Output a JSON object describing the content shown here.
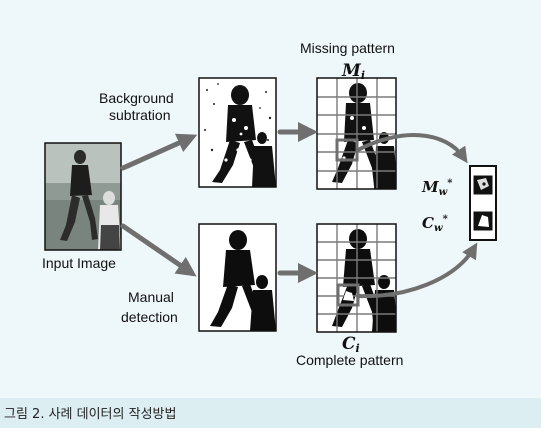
{
  "figure": {
    "input_label": "Input Image",
    "background_label_line1": "Background",
    "background_label_line2": "subtration",
    "manual_label_line1": "Manual",
    "manual_label_line2": "detection",
    "missing_label": "Missing pattern",
    "missing_symbol": "M",
    "missing_sub": "i",
    "complete_label": "Complete pattern",
    "complete_symbol": "C",
    "complete_sub": "i",
    "mw_symbol": "M",
    "mw_sub": "w",
    "mw_sup": "*",
    "cw_symbol": "C",
    "cw_sub": "w",
    "cw_sup": "*"
  },
  "caption": "그림 2. 사례 데이터의 작성방법",
  "colors": {
    "panel_bg": "#eef7f9",
    "caption_bg": "#ddeef2",
    "arrow": "#6f6f6f",
    "frame": "#111111"
  }
}
